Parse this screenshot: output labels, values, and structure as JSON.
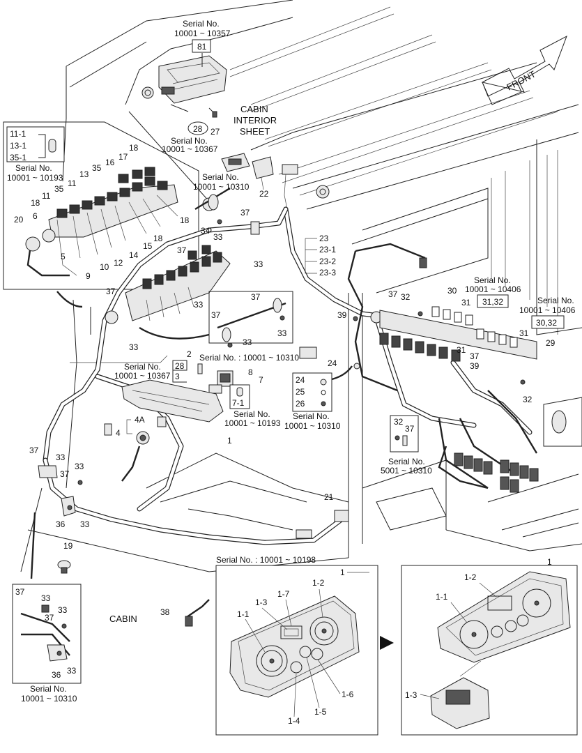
{
  "labels": {
    "serial_top_a": "Serial No.",
    "serial_top_b": "10001 ~ 10357",
    "serial_28_a": "Serial No.",
    "serial_28_b": "10001 ~ 10367",
    "cabin_sheet_1": "CABIN",
    "cabin_sheet_2": "INTERIOR",
    "cabin_sheet_3": "SHEET",
    "front": "FRONT",
    "serial_inset_a": "Serial No.",
    "serial_inset_b": "10001 ~ 10193",
    "serial_34_a": "Serial No.",
    "serial_34_b": "10001 ~ 10310",
    "serial_30_a": "Serial No.",
    "serial_30_b": "10001 ~ 10406",
    "serial_3032_a": "Serial No.",
    "serial_3032_b": "10001 ~ 10406",
    "serial_mid": "Serial No. : 10001 ~ 10310",
    "serial_2_a": "Serial No.",
    "serial_2_b": "10001 ~ 10367",
    "serial_7_a": "Serial No.",
    "serial_7_b": "10001 ~ 10193",
    "serial_24_a": "Serial No.",
    "serial_24_b": "10001 ~ 10310",
    "serial_32b_a": "Serial No.",
    "serial_32b_b": "5001 ~ 10310",
    "serial_bottom": "Serial No. : 10001 ~ 10198",
    "serial_left_a": "Serial No.",
    "serial_left_b": "10001 ~ 10310",
    "cabin": "CABIN"
  },
  "boxed_labels": {
    "b81": "81",
    "b28": "28",
    "b3132": "31,32",
    "b3032": "30,32",
    "b28x": "28",
    "b3": "3",
    "b7": "7",
    "b71": "7-1",
    "b24": "24",
    "b25": "25",
    "b26": "26",
    "b32": "32",
    "b37": "37",
    "b111": "11-1",
    "b131": "13-1",
    "b351": "35-1"
  },
  "callouts": {
    "c27": "27",
    "c22": "22",
    "c23": "23",
    "c231": "23-1",
    "c232": "23-2",
    "c233": "23-3",
    "c37a": "37",
    "c34": "34",
    "c33a": "33",
    "c33b": "33",
    "c37b": "37",
    "c18a": "18",
    "c17": "17",
    "c16": "16",
    "c35a": "35",
    "c13a": "13",
    "c11a": "11",
    "c35b": "35",
    "c11b": "11",
    "c18b": "18",
    "c20": "20",
    "c6": "6",
    "c5": "5",
    "c9": "9",
    "c10": "10",
    "c12": "12",
    "c14": "14",
    "c15": "15",
    "c18c": "18",
    "c18d": "18",
    "c37c": "37",
    "c33c": "33",
    "c37d": "37",
    "c33d": "33",
    "c37e": "37",
    "c33e": "33",
    "c33f": "33",
    "c39a": "39",
    "c32a": "32",
    "c37f": "37",
    "c30": "30",
    "c31a": "31",
    "c31b": "31",
    "c31c": "31",
    "c29": "29",
    "c37g": "37",
    "c39b": "39",
    "c32b": "32",
    "c24": "24",
    "c2": "2",
    "c8": "8",
    "c4a": "4A",
    "c4": "4",
    "c1": "1",
    "c37h": "37",
    "c33g": "33",
    "c37i": "37",
    "c33h": "33",
    "c36a": "36",
    "c33i": "33",
    "c21": "21",
    "c19": "19",
    "c38": "38",
    "c37j": "37",
    "c33j": "33",
    "c37k": "37",
    "c33k": "33",
    "c36b": "36",
    "c33l": "33",
    "g1a": "1",
    "g1_1a": "1-1",
    "g1_2a": "1-2",
    "g1_3a": "1-3",
    "g1_7": "1-7",
    "g1_4": "1-4",
    "g1_5": "1-5",
    "g1_6": "1-6",
    "g1b": "1",
    "g1_1b": "1-1",
    "g1_2b": "1-2",
    "g1_3b": "1-3"
  }
}
